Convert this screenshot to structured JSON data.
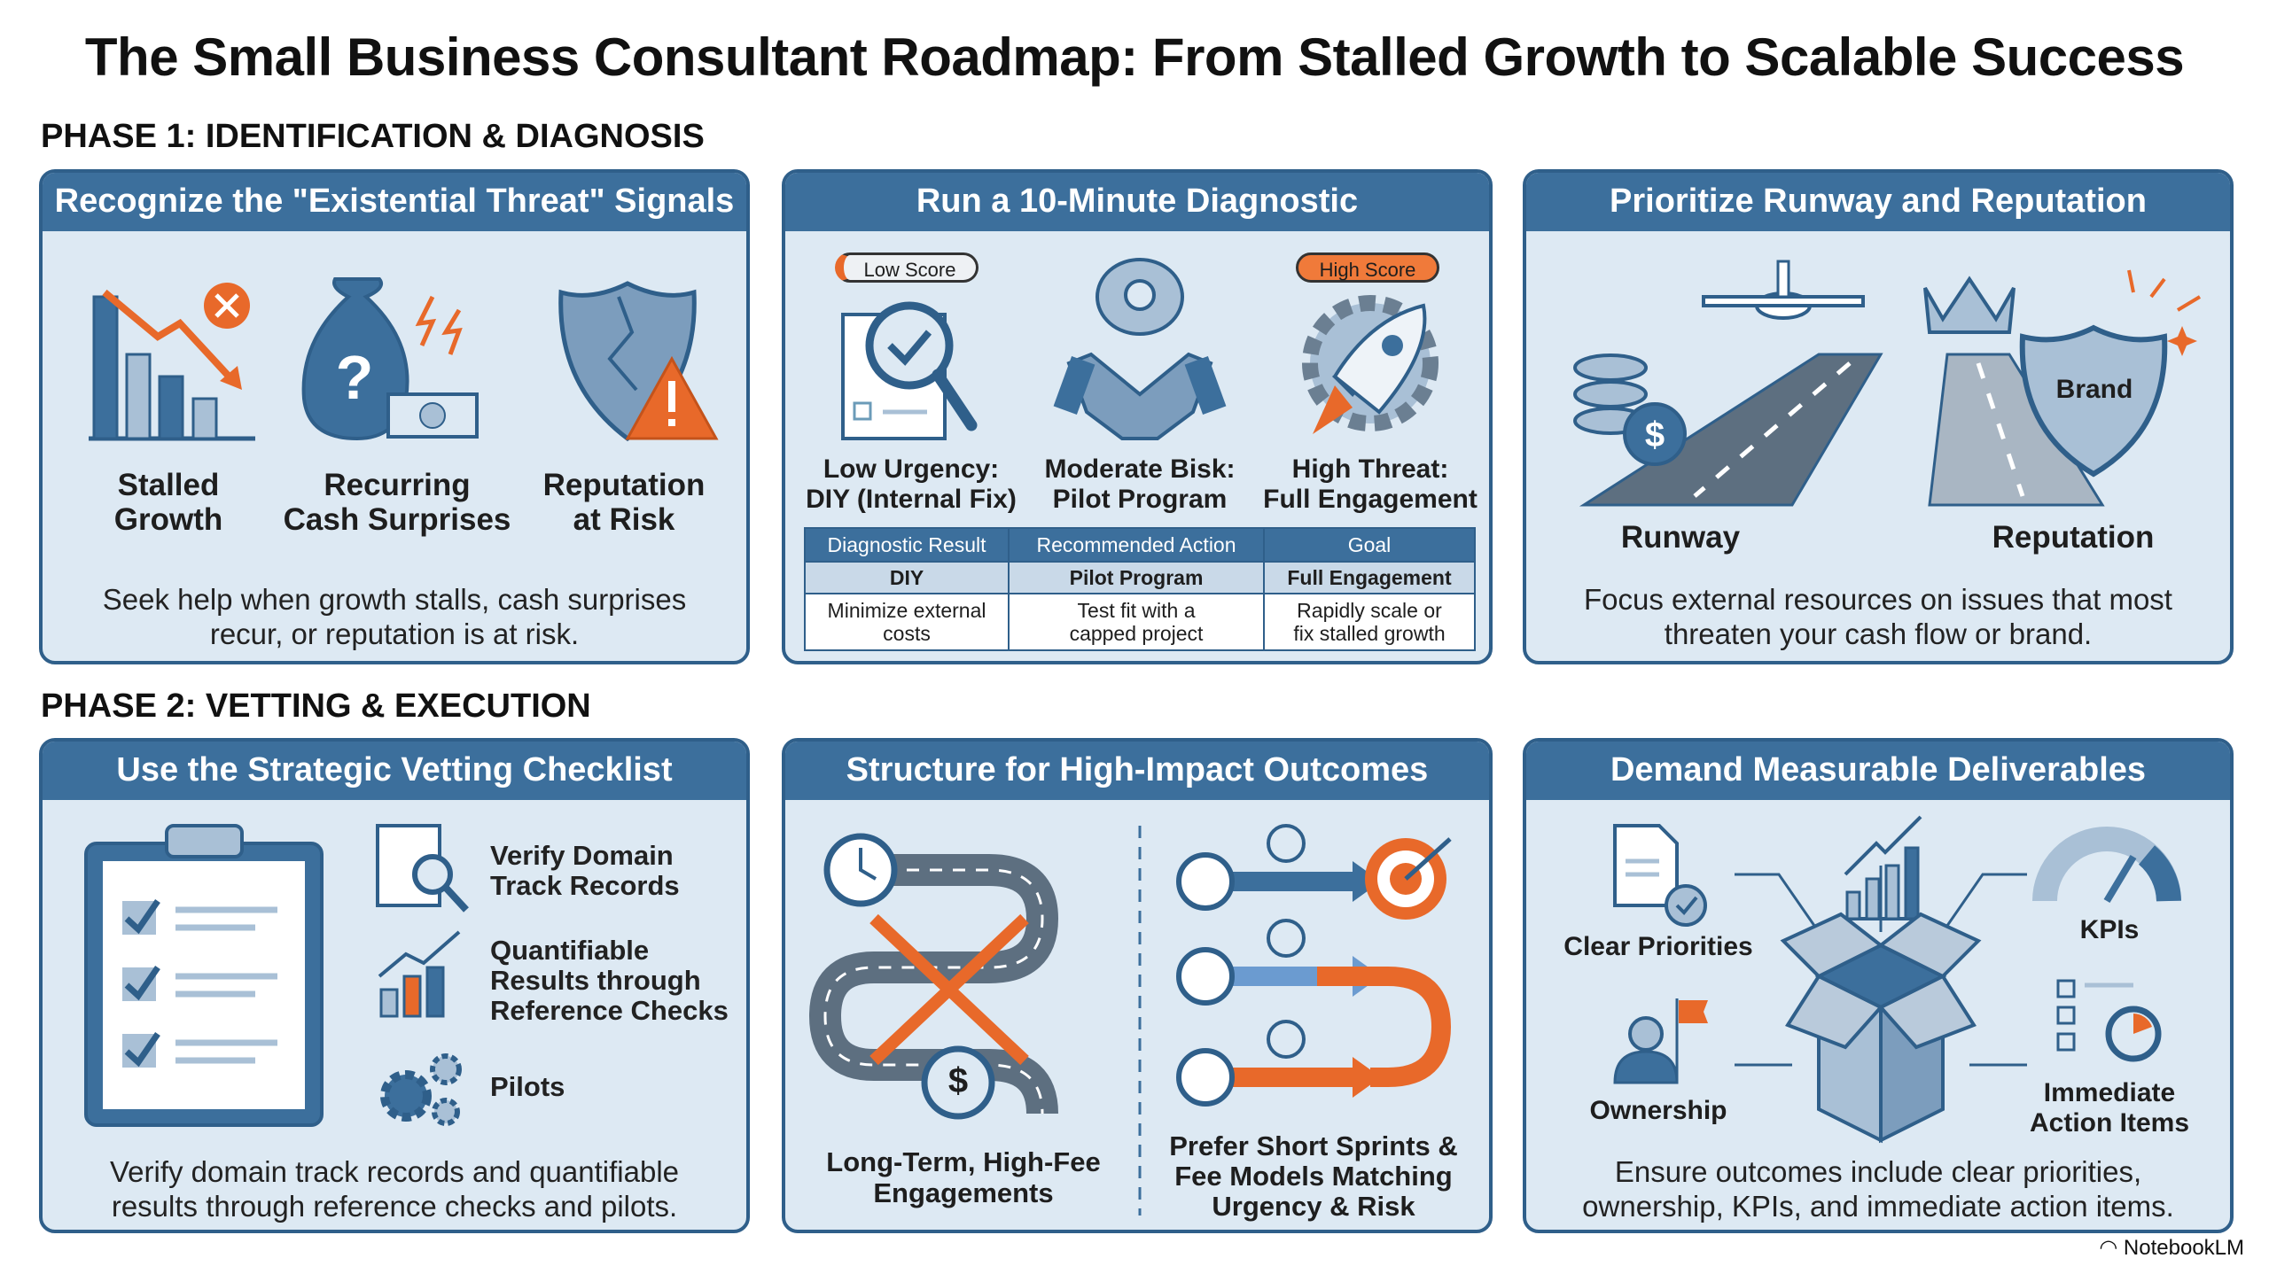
{
  "title": "The Small Business Consultant Roadmap: From Stalled Growth to Scalable Success",
  "colors": {
    "header_blue": "#3c6f9c",
    "border_blue": "#2f5f8a",
    "panel_bg": "#dde9f3",
    "accent_orange": "#e8692a"
  },
  "phase1": {
    "label": "PHASE 1: IDENTIFICATION & DIAGNOSIS",
    "panels": [
      {
        "title": "Recognize the \"Existential Threat\" Signals",
        "items": [
          {
            "label_1": "Stalled",
            "label_2": "Growth",
            "icon": "declining-bar-chart-icon"
          },
          {
            "label_1": "Recurring",
            "label_2": "Cash Surprises",
            "icon": "money-bag-question-icon"
          },
          {
            "label_1": "Reputation",
            "label_2": "at Risk",
            "icon": "cracked-shield-warning-icon"
          }
        ],
        "caption_1": "Seek help when growth stalls, cash surprises",
        "caption_2": "recur, or reputation is at risk."
      },
      {
        "title": "Run a 10-Minute Diagnostic",
        "low_score": "Low Score",
        "high_score": "High Score",
        "items": [
          {
            "label_1": "Low Urgency:",
            "label_2": "DIY (Internal Fix)",
            "icon": "magnifier-checklist-icon"
          },
          {
            "label_1": "Moderate Bisk:",
            "label_2": "Pilot Program",
            "icon": "brain-handshake-icon"
          },
          {
            "label_1": "High Threat:",
            "label_2": "Full Engagement",
            "icon": "rocket-gear-icon"
          }
        ],
        "table": {
          "headers": [
            "Diagnostic Result",
            "Recommended Action",
            "Goal"
          ],
          "row1": [
            "DIY",
            "Pilot Program",
            "Full Engagement"
          ],
          "row2": [
            [
              "Minimize external",
              "costs"
            ],
            [
              "Test fit with a",
              "capped project"
            ],
            [
              "Rapidly scale or",
              "fix stalled growth"
            ]
          ]
        }
      },
      {
        "title": "Prioritize Runway and Reputation",
        "brand_text": "Brand",
        "items": [
          {
            "label": "Runway",
            "icon": "airplane-runway-coins-icon"
          },
          {
            "label": "Reputation",
            "icon": "crown-shield-icon"
          }
        ],
        "caption_1": "Focus external resources on issues that most",
        "caption_2": "threaten your cash flow or brand."
      }
    ]
  },
  "phase2": {
    "label": "PHASE 2: VETTING & EXECUTION",
    "panels": [
      {
        "title": "Use the Strategic Vetting Checklist",
        "items": [
          {
            "lines": [
              "Verify Domain",
              "Track Records"
            ],
            "icon": "document-magnifier-icon"
          },
          {
            "lines": [
              "Quantifiable",
              "Results through",
              "Reference Checks"
            ],
            "icon": "rising-chart-icon"
          },
          {
            "lines": [
              "Pilots"
            ],
            "icon": "gears-icon"
          }
        ],
        "caption_1": "Verify domain track records and quantifiable",
        "caption_2": "results through reference checks and pilots."
      },
      {
        "title": "Structure for High-Impact Outcomes",
        "left_label_1": "Long-Term, High-Fee",
        "left_label_2": "Engagements",
        "right_label_1": "Prefer Short Sprints &",
        "right_label_2": "Fee Models Matching",
        "right_label_3": "Urgency & Risk",
        "currency_symbol": "$"
      },
      {
        "title": "Demand Measurable Deliverables",
        "items": {
          "clear_priorities": "Clear Priorities",
          "kpis": "KPIs",
          "ownership": "Ownership",
          "action_1": "Immediate",
          "action_2": "Action Items"
        },
        "caption_1": "Ensure outcomes include clear priorities,",
        "caption_2": "ownership, KPIs, and immediate action items."
      }
    ]
  },
  "footer_brand": "NotebookLM"
}
